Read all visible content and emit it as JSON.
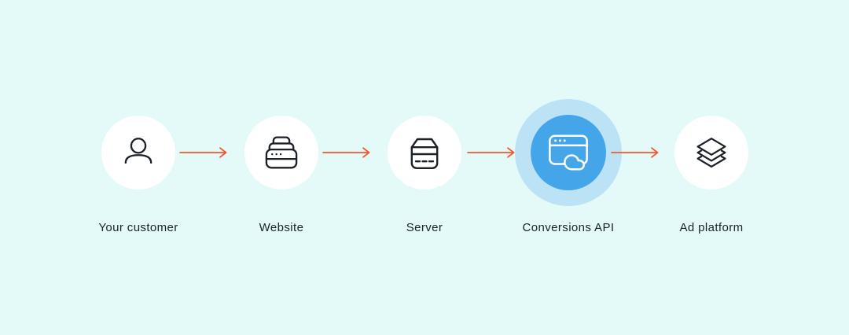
{
  "diagram": {
    "type": "flow",
    "colors": {
      "background": "#e3faf9",
      "arrow": "#f4572e",
      "icon_stroke": "#1c2127",
      "label_color": "#1c2127",
      "node_fill": "#ffffff",
      "highlight_fill": "#44a6e9",
      "highlight_halo": "#bce2f6"
    },
    "nodes": [
      {
        "label": "Your customer",
        "icon": "person-icon",
        "highlighted": false
      },
      {
        "label": "Website",
        "icon": "browser-stack-icon",
        "highlighted": false
      },
      {
        "label": "Server",
        "icon": "server-icon",
        "highlighted": false
      },
      {
        "label": "Conversions API",
        "icon": "browser-cloud-icon",
        "highlighted": true
      },
      {
        "label": "Ad platform",
        "icon": "layers-icon",
        "highlighted": false
      }
    ],
    "connections": [
      {
        "from": "Your customer",
        "to": "Website"
      },
      {
        "from": "Website",
        "to": "Server"
      },
      {
        "from": "Server",
        "to": "Conversions API"
      },
      {
        "from": "Conversions API",
        "to": "Ad platform"
      }
    ]
  }
}
